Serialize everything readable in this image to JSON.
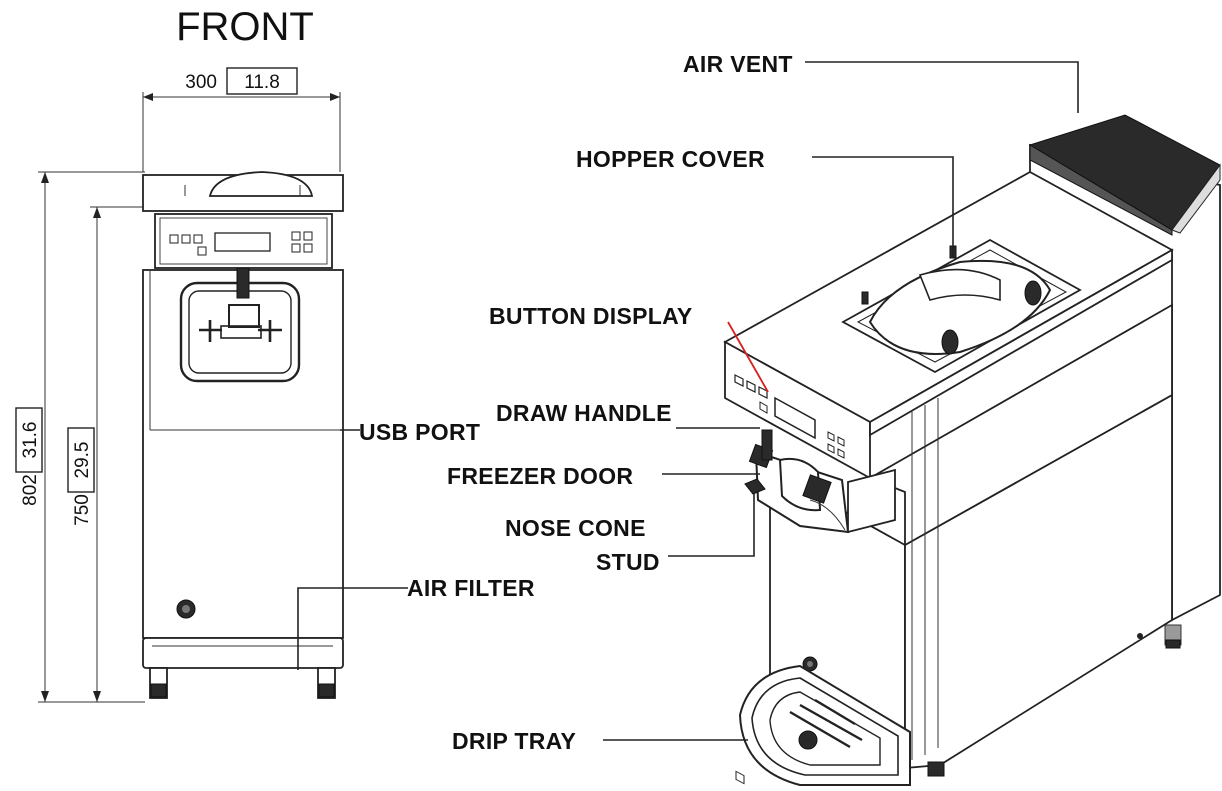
{
  "front_view": {
    "title": "FRONT",
    "width_mm": "300",
    "width_in": "11.8",
    "overall_height_mm": "802",
    "overall_height_in": "31.6",
    "body_height_mm": "750",
    "body_height_in": "29.5"
  },
  "labels": {
    "usb_port": "USB PORT",
    "air_filter": "AIR FILTER",
    "air_vent": "AIR VENT",
    "hopper_cover": "HOPPER COVER",
    "button_display": "BUTTON DISPLAY",
    "draw_handle": "DRAW HANDLE",
    "freezer_door": "FREEZER DOOR",
    "nose_cone_line1": "NOSE CONE",
    "nose_cone_line2": "STUD",
    "drip_tray": "DRIP TRAY"
  },
  "colors": {
    "line": "#222222",
    "callout_red": "#d62020",
    "vent": "#2a2a2a"
  }
}
